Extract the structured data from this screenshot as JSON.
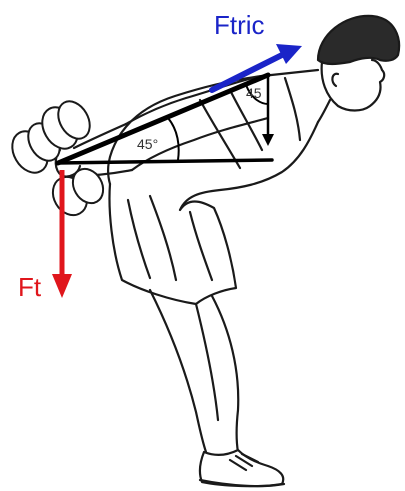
{
  "labels": {
    "force_tricep": "Ftric",
    "force_total": "Ft",
    "angle_upper": "45",
    "angle_lower": "45°"
  },
  "colors": {
    "force_tricep": "#1a24c8",
    "force_total": "#e0161c",
    "triangle": "#000000",
    "figure_line": "#1a1a1a",
    "background": "#ffffff"
  },
  "icons": {
    "figure": "bent-over-tricep-kickback-person",
    "dumbbell": "dumbbell-icon"
  }
}
